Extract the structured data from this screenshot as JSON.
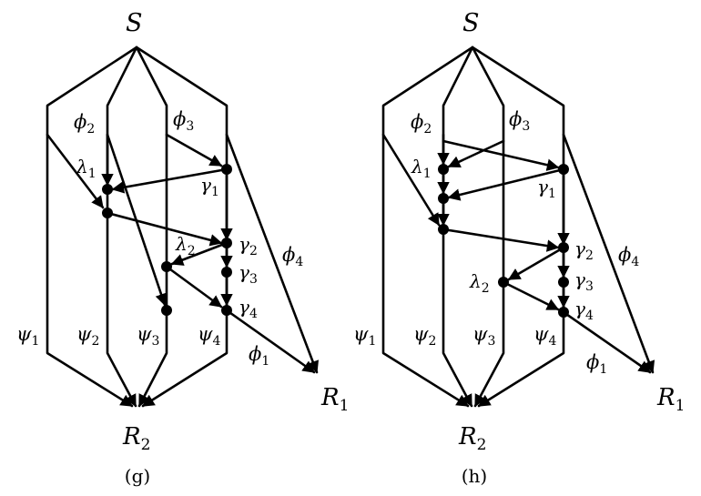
{
  "panels": [
    {
      "caption": "(g)",
      "source": {
        "base": "S",
        "sub": ""
      },
      "sink1": {
        "base": "R",
        "sub": "1"
      },
      "sink2": {
        "base": "R",
        "sub": "2"
      },
      "labels": [
        {
          "base": "ϕ",
          "sub": "2"
        },
        {
          "base": "ϕ",
          "sub": "3"
        },
        {
          "base": "λ",
          "sub": "1"
        },
        {
          "base": "γ",
          "sub": "1"
        },
        {
          "base": "λ",
          "sub": "2"
        },
        {
          "base": "γ",
          "sub": "2"
        },
        {
          "base": "γ",
          "sub": "3"
        },
        {
          "base": "γ",
          "sub": "4"
        },
        {
          "base": "ϕ",
          "sub": "4"
        },
        {
          "base": "ψ",
          "sub": "1"
        },
        {
          "base": "ψ",
          "sub": "2"
        },
        {
          "base": "ψ",
          "sub": "3"
        },
        {
          "base": "ψ",
          "sub": "4"
        },
        {
          "base": "ϕ",
          "sub": "1"
        }
      ]
    },
    {
      "caption": "(h)",
      "source": {
        "base": "S",
        "sub": ""
      },
      "sink1": {
        "base": "R",
        "sub": "1"
      },
      "sink2": {
        "base": "R",
        "sub": "2"
      },
      "labels": [
        {
          "base": "ϕ",
          "sub": "2"
        },
        {
          "base": "ϕ",
          "sub": "3"
        },
        {
          "base": "λ",
          "sub": "1"
        },
        {
          "base": "γ",
          "sub": "1"
        },
        {
          "base": "λ",
          "sub": "2"
        },
        {
          "base": "γ",
          "sub": "2"
        },
        {
          "base": "γ",
          "sub": "3"
        },
        {
          "base": "γ",
          "sub": "4"
        },
        {
          "base": "ϕ",
          "sub": "4"
        },
        {
          "base": "ψ",
          "sub": "1"
        },
        {
          "base": "ψ",
          "sub": "2"
        },
        {
          "base": "ψ",
          "sub": "3"
        },
        {
          "base": "ψ",
          "sub": "4"
        },
        {
          "base": "ϕ",
          "sub": "1"
        }
      ]
    }
  ]
}
